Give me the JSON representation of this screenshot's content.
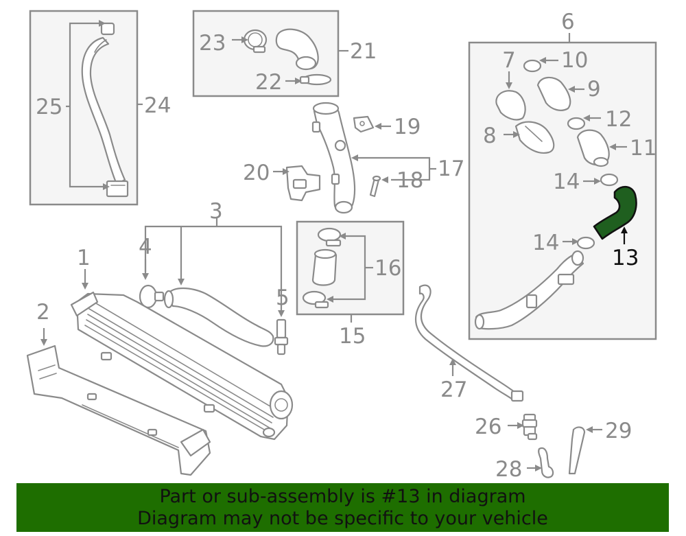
{
  "callouts": {
    "c1": "1",
    "c2": "2",
    "c3": "3",
    "c4": "4",
    "c5": "5",
    "c6": "6",
    "c7": "7",
    "c8": "8",
    "c9": "9",
    "c10": "10",
    "c11": "11",
    "c12": "12",
    "c13": "13",
    "c14a": "14",
    "c14b": "14",
    "c15": "15",
    "c16": "16",
    "c17": "17",
    "c18": "18",
    "c19": "19",
    "c20": "20",
    "c21": "21",
    "c22": "22",
    "c23": "23",
    "c24": "24",
    "c25": "25",
    "c26": "26",
    "c27": "27",
    "c28": "28",
    "c29": "29"
  },
  "highlight": {
    "part": "13",
    "color": "#1f5f1f"
  },
  "colors": {
    "line": "#8a8a8a",
    "banner": "#1e6e00",
    "box": "#f5f5f5"
  },
  "banner": {
    "line1": "Part or sub-assembly is #13 in diagram",
    "line2": "Diagram may not be specific to your vehicle"
  }
}
